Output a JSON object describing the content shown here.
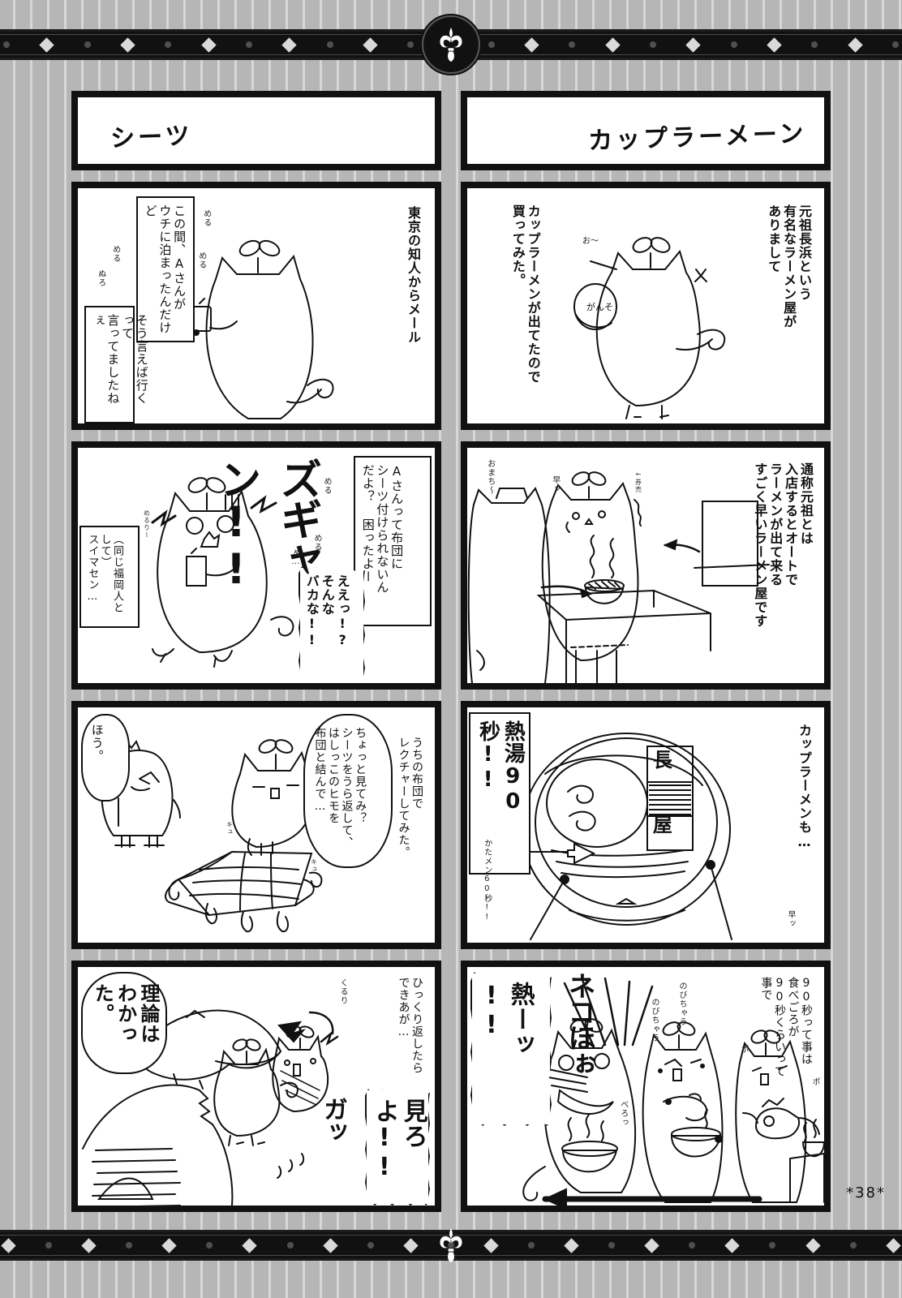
{
  "page": {
    "number_label": "*38*",
    "ornament_icon": "fleur-de-lis-icon",
    "background": "#b6b6b6",
    "ink": "#111111"
  },
  "strips": [
    {
      "id": "sheets",
      "title": "シーツ",
      "panels": [
        {
          "index": 1,
          "narration": "東京の知人からメール",
          "bubbles": [
            "この間、Aさんが\nウチに泊まったんだけど",
            "そう言えば行くって\n言ってましたねぇ"
          ],
          "sfx": [
            "める",
            "める",
            "める",
            "ぬろ"
          ]
        },
        {
          "index": 2,
          "narration": "",
          "bubbles": [
            "Aさんって布団に\nシーツ付けられないん\nだよ？ 困ったよー",
            "ええっ!?\nそんな\nバカな!!",
            "（同じ福岡人として）\nスイマセン…"
          ],
          "sfx": [
            "ズギャン!!",
            "める",
            "める",
            "め…",
            "めるりー"
          ]
        },
        {
          "index": 3,
          "narration": "うちの布団で\nレクチャーしてみた。",
          "bubbles": [
            "ちょっと見てみ？\nシーツをうら返して、\nはしっこのヒモを\n布団と結んで…",
            "ほう。"
          ],
          "sfx": [
            "キュ",
            "キュ"
          ]
        },
        {
          "index": 4,
          "narration": "ひっくり返したら\nできあが…",
          "bubbles": [
            "見ろよ!!",
            "理論は\nわかった。"
          ],
          "sfx": [
            "くるり",
            "ガッ"
          ]
        }
      ]
    },
    {
      "id": "cup-ramen",
      "title": "カップラーメーン",
      "panels": [
        {
          "index": 1,
          "narration": "元祖長浜という\n有名なラーメン屋が\nありまして",
          "narration2": "カップラーメンが出てたので\n買ってみた。",
          "bubbles": [],
          "sfx": [
            "お〜",
            "がんそ"
          ]
        },
        {
          "index": 2,
          "narration": "通称元祖とは\n入店するとオートで\nラーメンが出て来る\nすごく早いラーメン屋です",
          "bubbles": [],
          "sfx": [
            "おまち〜",
            "早ッ",
            "←券売"
          ]
        },
        {
          "index": 3,
          "narration": "カップラーメンも…",
          "bubbles": [
            "熱湯90秒!!"
          ],
          "sfx": [
            "かたメン60秒!!",
            "早ッ"
          ],
          "cup_label": "長屋"
        },
        {
          "index": 4,
          "narration": "90秒って事は\n食べごろが\n90秒くらいって\n事で",
          "bubbles": [
            "熱ーッ\n!!"
          ],
          "sfx": [
            "のびちゃう",
            "のびちゃう",
            "ネコほぉ",
            "べろっ",
            "ポ",
            "ポ"
          ]
        }
      ]
    }
  ]
}
